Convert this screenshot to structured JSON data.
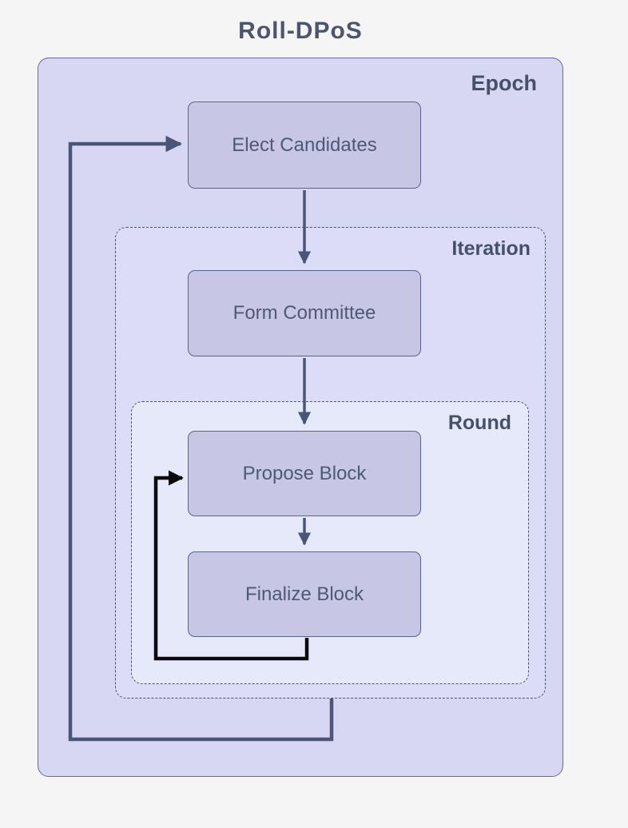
{
  "title": "Roll-DPoS",
  "colors": {
    "page_background": "#f5f5f6",
    "epoch_fill": "#d7d7f3",
    "iteration_fill": "#dddcf8",
    "round_fill": "#e6e9fa",
    "node_fill": "#c7c7e5",
    "node_border": "#5c6190",
    "label_text": "#45506b",
    "arrow_slate": "#4a5578",
    "arrow_black": "#0b0b0d"
  },
  "diagram": {
    "containers": [
      {
        "id": "epoch",
        "label": "Epoch",
        "border_style": "solid"
      },
      {
        "id": "iteration",
        "label": "Iteration",
        "border_style": "dashed"
      },
      {
        "id": "round",
        "label": "Round",
        "border_style": "dashed"
      }
    ],
    "nodes": [
      {
        "id": "elect-candidates",
        "label": "Elect Candidates"
      },
      {
        "id": "form-committee",
        "label": "Form Committee"
      },
      {
        "id": "propose-block",
        "label": "Propose Block"
      },
      {
        "id": "finalize-block",
        "label": "Finalize Block"
      }
    ],
    "edges": [
      {
        "from": "elect-candidates",
        "to": "form-committee",
        "type": "straight",
        "color": "slate"
      },
      {
        "from": "form-committee",
        "to": "propose-block",
        "type": "straight",
        "color": "slate"
      },
      {
        "from": "propose-block",
        "to": "finalize-block",
        "type": "straight",
        "color": "slate"
      },
      {
        "from": "finalize-block",
        "to": "propose-block",
        "type": "loop-back",
        "color": "black"
      },
      {
        "from": "iteration-exit",
        "to": "elect-candidates",
        "type": "loop-back",
        "color": "slate"
      }
    ]
  }
}
